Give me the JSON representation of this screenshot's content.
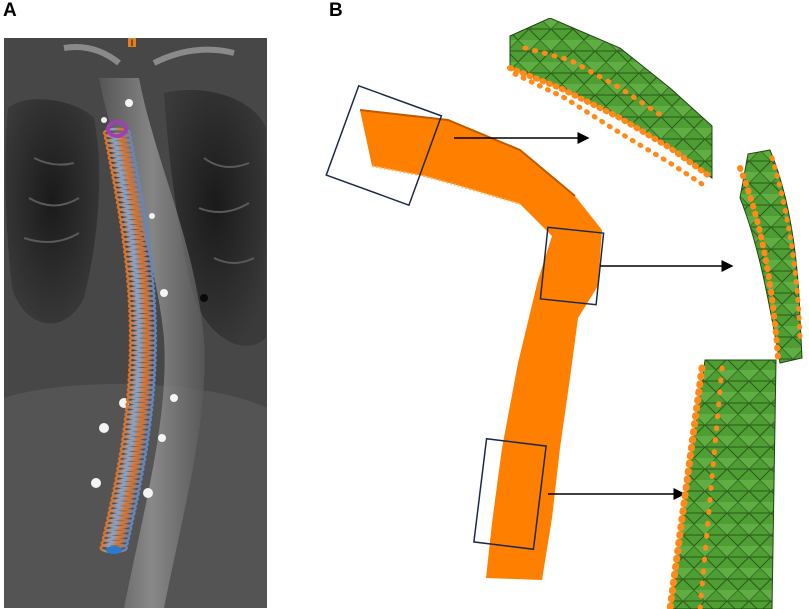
{
  "figure": {
    "panel_a_label": "A",
    "panel_b_label": "B",
    "ct_marker_text": "I"
  },
  "colors": {
    "stent_orange": "#ff8000",
    "mesh_green": "#4a9a30",
    "mesh_dark": "#2c5a1c",
    "box_outline": "#1c2a4a",
    "arrow": "#000000",
    "ct_background": "#2a2a2a"
  }
}
